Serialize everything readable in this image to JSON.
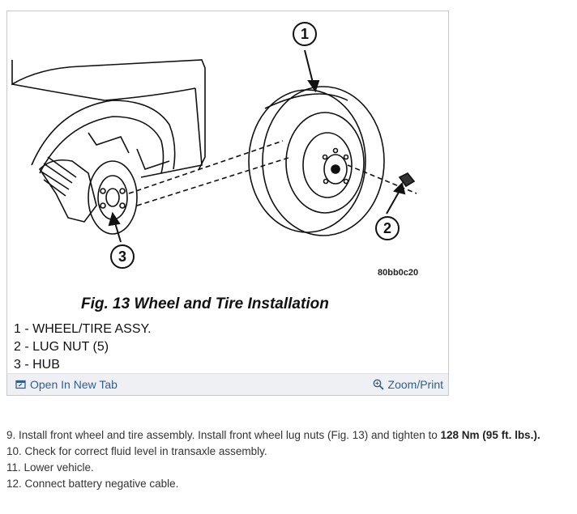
{
  "figure": {
    "callouts": [
      "1",
      "2",
      "3"
    ],
    "image_code": "80bb0c20",
    "title": "Fig. 13 Wheel and Tire Installation",
    "legend": [
      "1 - WHEEL/TIRE ASSY.",
      "2 - LUG NUT (5)",
      "3 - HUB"
    ]
  },
  "footer": {
    "open_tab_label": "Open In New Tab",
    "zoom_label": "Zoom/Print",
    "open_tab_icon": "external-window-icon",
    "zoom_icon": "magnifier-icon",
    "link_color": "#2e5f92",
    "bar_color": "#eef0f3"
  },
  "steps": [
    {
      "text": " 9. Install front wheel and tire assembly. Install front wheel lug nuts (Fig. 13) and tighten to ",
      "bold": "128 Nm (95 ft. lbs.)."
    },
    {
      "text": "10. Check for correct fluid level in transaxle assembly.",
      "bold": ""
    },
    {
      "text": "11. Lower vehicle.",
      "bold": ""
    },
    {
      "text": "12. Connect battery negative cable.",
      "bold": ""
    }
  ]
}
